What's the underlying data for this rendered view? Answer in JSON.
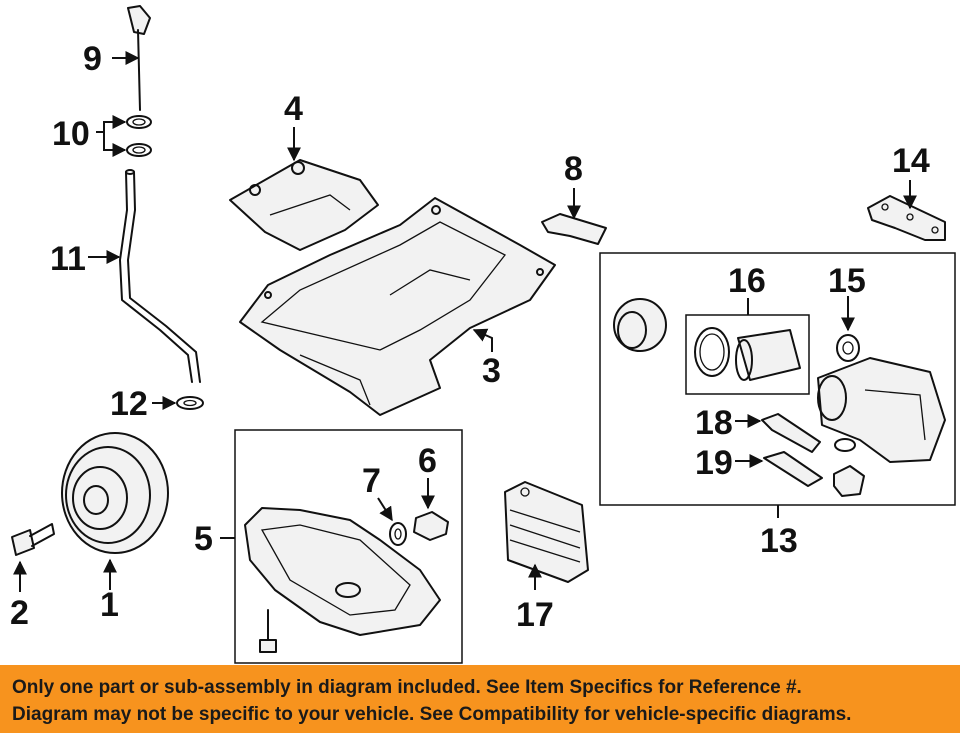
{
  "callouts": {
    "c1": "1",
    "c2": "2",
    "c3": "3",
    "c4": "4",
    "c5": "5",
    "c6": "6",
    "c7": "7",
    "c8": "8",
    "c9": "9",
    "c10": "10",
    "c11": "11",
    "c12": "12",
    "c13": "13",
    "c14": "14",
    "c15": "15",
    "c16": "16",
    "c17": "17",
    "c18": "18",
    "c19": "19"
  },
  "banner": {
    "line1": "Only one part or sub-assembly in diagram included. See Item Specifics for Reference #.",
    "line2": "Diagram may not be specific to your vehicle. See Compatibility for vehicle-specific diagrams."
  },
  "colors": {
    "banner": "#f7931e",
    "line": "#111111",
    "background": "#ffffff"
  }
}
